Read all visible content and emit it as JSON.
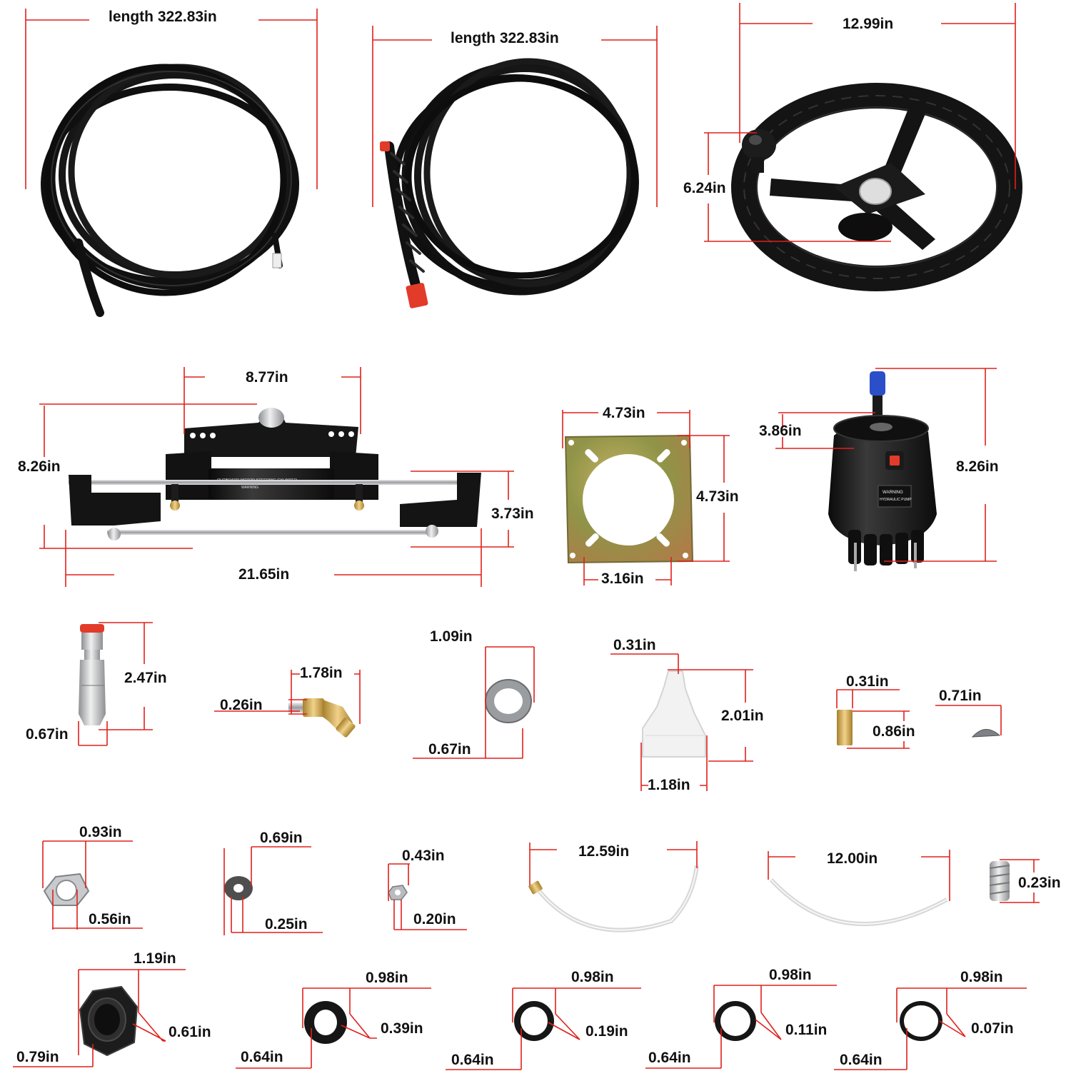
{
  "colors": {
    "dimension_line": "#e0201c",
    "part_black": "#141414",
    "hose_highlight": "#3a3a3a",
    "steel": "#b8babd",
    "brass": "#c9a24a",
    "plate_olive": "#9a9a4c",
    "pump_cap_blue": "#2a4fc9",
    "fitting_red": "#e23b2a",
    "clear_tube": "#dcdcdc",
    "nylon_white": "#f2f2f2"
  },
  "labels": {
    "hose1_length": "length 322.83in",
    "hose2_length": "length 322.83in",
    "wheel_diameter": "12.99in",
    "wheel_depth": "6.24in",
    "cyl_bracket": "8.77in",
    "cyl_height": "8.26in",
    "cyl_depth": "3.73in",
    "cyl_length": "21.65in",
    "plate_top": "4.73in",
    "plate_side": "4.73in",
    "plate_hole": "3.16in",
    "pump_shaft": "3.86in",
    "pump_height": "8.26in",
    "fitting_height": "2.47in",
    "fitting_width": "0.67in",
    "elbow_length": "1.78in",
    "elbow_thread": "0.26in",
    "washer_outer": "1.09in",
    "washer_inner": "0.67in",
    "cap_tip": "0.31in",
    "cap_height": "2.01in",
    "cap_base": "1.18in",
    "pin_width": "0.31in",
    "pin_height": "0.86in",
    "key_width": "0.71in",
    "nut_outer": "0.93in",
    "nut_inner": "0.56in",
    "flat_washer_outer": "0.69in",
    "flat_washer_thick": "0.25in",
    "small_nut_outer": "0.43in",
    "small_nut_inner": "0.20in",
    "tube1_length": "12.59in",
    "tube2_length": "12.00in",
    "set_screw": "0.23in",
    "big_nut_outer": "1.19in",
    "big_nut_thick": "0.61in",
    "big_nut_inner": "0.79in",
    "ring1_outer": "0.98in",
    "ring1_thick": "0.39in",
    "ring1_inner": "0.64in",
    "ring2_outer": "0.98in",
    "ring2_thick": "0.19in",
    "ring2_inner": "0.64in",
    "ring3_outer": "0.98in",
    "ring3_thick": "0.11in",
    "ring3_inner": "0.64in",
    "ring4_outer": "0.98in",
    "ring4_thick": "0.07in",
    "ring4_inner": "0.64in"
  },
  "product_text": {
    "cylinder_title": "OUTBOARD MOTOR STEERING CYLINDER",
    "cylinder_warning": "WARNING",
    "pump_warning": "WARNING",
    "pump_title": "HYDRAULIC PUMP"
  }
}
